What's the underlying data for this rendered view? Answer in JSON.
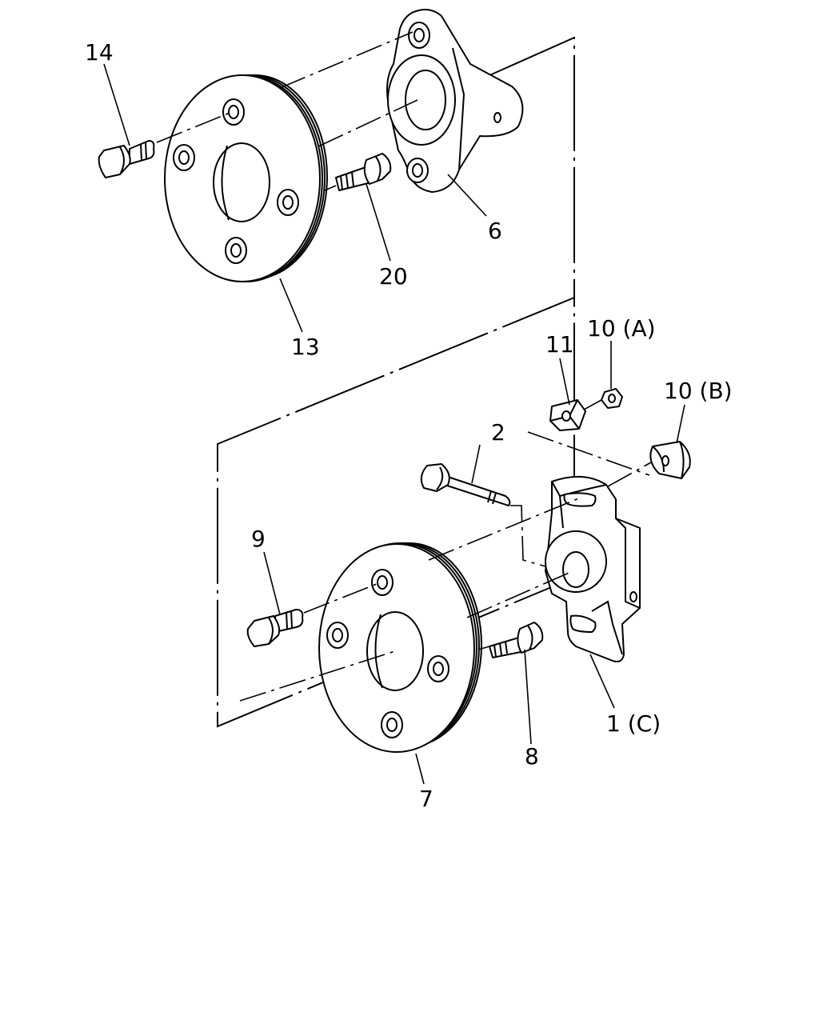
{
  "callouts": {
    "part_14": "14",
    "part_6": "6",
    "part_20": "20",
    "part_13": "13",
    "part_11": "11",
    "part_10a": "10 (A)",
    "part_10b": "10 (B)",
    "part_2": "2",
    "part_9": "9",
    "part_1c": "1 (C)",
    "part_8": "8",
    "part_7": "7"
  }
}
